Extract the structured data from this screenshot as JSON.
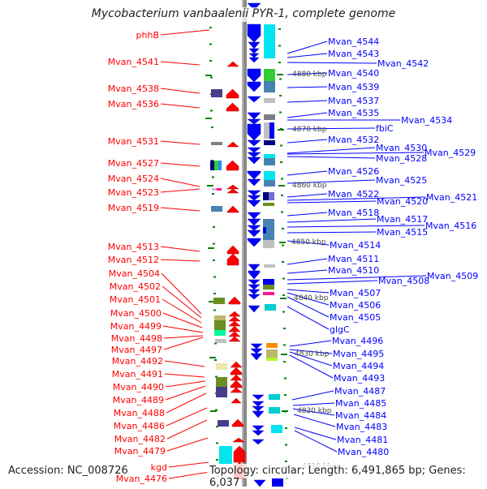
{
  "title": "Mycobacterium vanbaalenii PYR-1, complete genome",
  "footer": {
    "accession": "Accession: NC_008726",
    "summary": "Topology: circular; Length: 6,491,865 bp; Genes: 6,037"
  },
  "colors": {
    "reverse_strand": "#ff0000",
    "forward_strand": "#0000ff",
    "tick": "#008000",
    "backbone": "#888888",
    "ruler_text": "#444444"
  },
  "ruler_ticks": [
    "4880 kbp",
    "4870 kbp",
    "4860 kbp",
    "4850 kbp",
    "4840 kbp",
    "4830 kbp",
    "4820 kbp",
    "4810 kbp"
  ],
  "reverse_labels": [
    "phhB",
    "Mvan_4541",
    "Mvan_4538",
    "Mvan_4536",
    "Mvan_4531",
    "Mvan_4527",
    "Mvan_4524",
    "Mvan_4523",
    "Mvan_4519",
    "Mvan_4513",
    "Mvan_4512",
    "Mvan_4504",
    "Mvan_4502",
    "Mvan_4501",
    "Mvan_4500",
    "Mvan_4499",
    "Mvan_4498",
    "Mvan_4497",
    "Mvan_4492",
    "Mvan_4491",
    "Mvan_4490",
    "Mvan_4489",
    "Mvan_4488",
    "Mvan_4486",
    "Mvan_4482",
    "Mvan_4479",
    "kgd",
    "Mvan_4476"
  ],
  "forward_labels": [
    "Mvan_4544",
    "Mvan_4543",
    "Mvan_4542",
    "Mvan_4540",
    "Mvan_4539",
    "Mvan_4537",
    "Mvan_4535",
    "Mvan_4534",
    "fbiC",
    "Mvan_4532",
    "Mvan_4530",
    "Mvan_4529",
    "Mvan_4528",
    "Mvan_4526",
    "Mvan_4525",
    "Mvan_4522",
    "Mvan_4521",
    "Mvan_4520",
    "Mvan_4518",
    "Mvan_4517",
    "Mvan_4516",
    "Mvan_4515",
    "Mvan_4514",
    "Mvan_4511",
    "Mvan_4510",
    "Mvan_4509",
    "Mvan_4508",
    "Mvan_4507",
    "Mvan_4506",
    "Mvan_4505",
    "glgC",
    "Mvan_4496",
    "Mvan_4495",
    "Mvan_4494",
    "Mvan_4493",
    "Mvan_4487",
    "Mvan_4485",
    "Mvan_4484",
    "Mvan_4483",
    "Mvan_4481",
    "Mvan_4480"
  ]
}
